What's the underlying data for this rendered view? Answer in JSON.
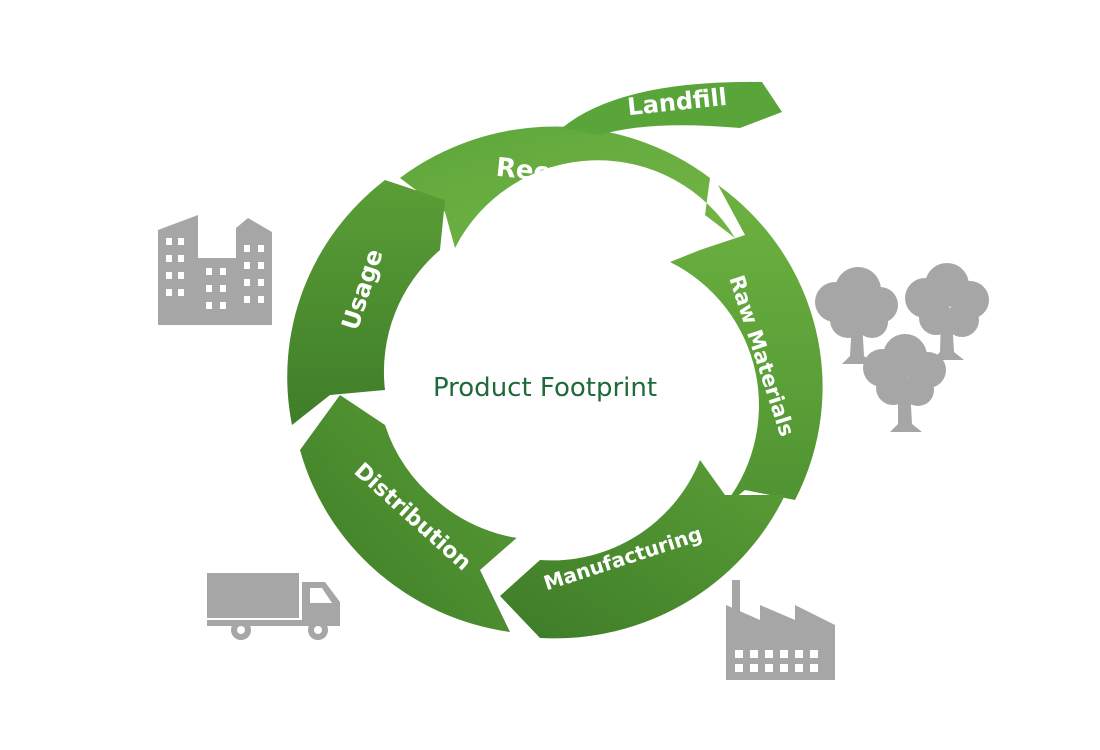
{
  "center": {
    "title": "Product Footprint"
  },
  "stages": {
    "recycling": "Recycling",
    "raw_materials": "Raw Materials",
    "manufacturing": "Manufacturing",
    "distribution": "Distribution",
    "usage": "Usage",
    "landfill": "Landfill"
  },
  "icons": [
    "buildings-icon",
    "trees-icon",
    "factory-icon",
    "truck-icon"
  ],
  "colors": {
    "segment_light": "#6db240",
    "segment_dark": "#3f7f2a",
    "center_text": "#1f6a3a",
    "icon_gray": "#a6a6a6"
  }
}
